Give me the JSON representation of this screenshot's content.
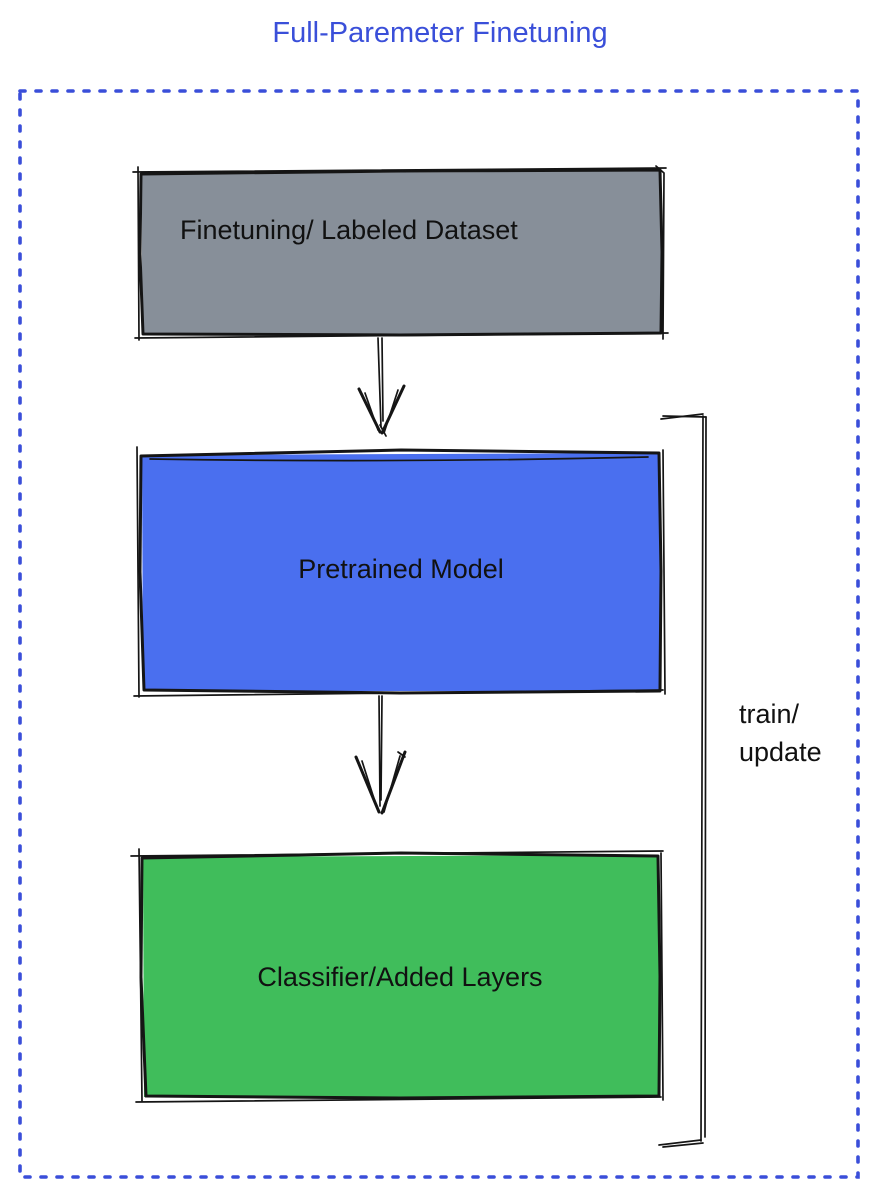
{
  "title": "Full-Paremeter Finetuning",
  "boxes": {
    "dataset": {
      "label": "Finetuning/ Labeled Dataset",
      "fill": "#878F99"
    },
    "pretrained": {
      "label": "Pretrained Model",
      "fill": "#4A6FEF"
    },
    "classifier": {
      "label": "Classifier/Added Layers",
      "fill": "#40BD5B"
    }
  },
  "bracket": {
    "line1": "train/",
    "line2": "update"
  },
  "colors": {
    "title": "#3A4FD9",
    "dashed_border": "#3A4ED9",
    "stroke": "#151515",
    "text": "#111111"
  }
}
